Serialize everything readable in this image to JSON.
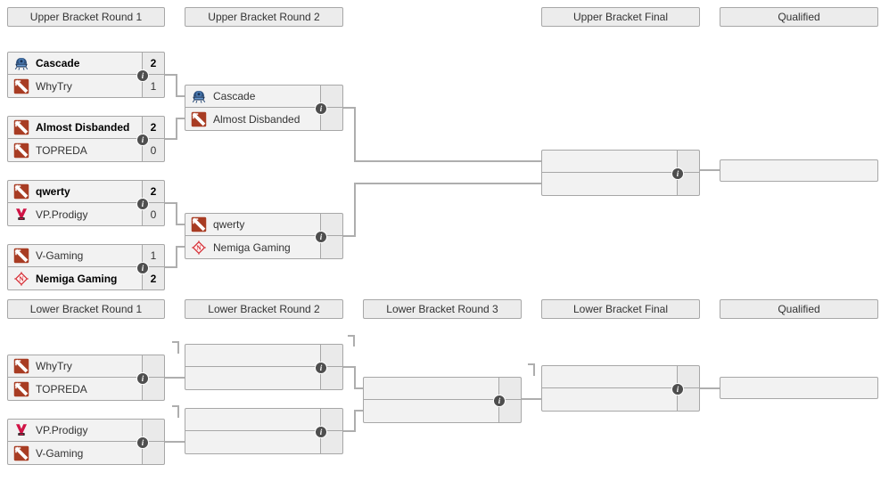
{
  "headers": {
    "ub_r1": "Upper Bracket Round 1",
    "ub_r2": "Upper Bracket Round 2",
    "ub_final": "Upper Bracket Final",
    "ub_qualified": "Qualified",
    "lb_r1": "Lower Bracket Round 1",
    "lb_r2": "Lower Bracket Round 2",
    "lb_r3": "Lower Bracket Round 3",
    "lb_final": "Lower Bracket Final",
    "lb_qualified": "Qualified"
  },
  "icons": {
    "info_glyph": "i",
    "info": "info-circle-icon",
    "cascade": "cascade-team-logo",
    "dota2": "dota2-placeholder-logo",
    "vp_prodigy": "vp-prodigy-team-logo",
    "nemiga": "nemiga-gaming-team-logo"
  },
  "colors": {
    "box_bg": "#f2f2f2",
    "header_bg": "#ececec",
    "border": "#a7a7a7",
    "connector": "#aeaeae",
    "info_bg": "#4e4e4e",
    "dota_red": "#a83c23",
    "nemiga_red": "#d42b33",
    "vp_red": "#d01345",
    "cascade_blue": "#2c4f7c"
  },
  "matches": {
    "ub_r1_m1": {
      "t1": {
        "name": "Cascade",
        "score": "2",
        "result": "win"
      },
      "t2": {
        "name": "WhyTry",
        "score": "1",
        "result": "loss"
      }
    },
    "ub_r1_m2": {
      "t1": {
        "name": "Almost Disbanded",
        "score": "2",
        "result": "win"
      },
      "t2": {
        "name": "TOPREDA",
        "score": "0",
        "result": "loss"
      }
    },
    "ub_r1_m3": {
      "t1": {
        "name": "qwerty",
        "score": "2",
        "result": "win"
      },
      "t2": {
        "name": "VP.Prodigy",
        "score": "0",
        "result": "loss"
      }
    },
    "ub_r1_m4": {
      "t1": {
        "name": "V-Gaming",
        "score": "1",
        "result": "loss"
      },
      "t2": {
        "name": "Nemiga Gaming",
        "score": "2",
        "result": "win"
      }
    },
    "ub_r2_m1": {
      "t1": {
        "name": "Cascade",
        "score": ""
      },
      "t2": {
        "name": "Almost Disbanded",
        "score": ""
      }
    },
    "ub_r2_m2": {
      "t1": {
        "name": "qwerty",
        "score": ""
      },
      "t2": {
        "name": "Nemiga Gaming",
        "score": ""
      }
    },
    "ub_final": {
      "t1": {
        "name": "",
        "score": ""
      },
      "t2": {
        "name": "",
        "score": ""
      }
    },
    "lb_r1_m1": {
      "t1": {
        "name": "WhyTry",
        "score": ""
      },
      "t2": {
        "name": "TOPREDA",
        "score": ""
      }
    },
    "lb_r1_m2": {
      "t1": {
        "name": "VP.Prodigy",
        "score": ""
      },
      "t2": {
        "name": "V-Gaming",
        "score": ""
      }
    },
    "lb_r2_m1": {
      "t1": {
        "name": "",
        "score": ""
      },
      "t2": {
        "name": "",
        "score": ""
      }
    },
    "lb_r2_m2": {
      "t1": {
        "name": "",
        "score": ""
      },
      "t2": {
        "name": "",
        "score": ""
      }
    },
    "lb_r3_m1": {
      "t1": {
        "name": "",
        "score": ""
      },
      "t2": {
        "name": "",
        "score": ""
      }
    },
    "lb_final": {
      "t1": {
        "name": "",
        "score": ""
      },
      "t2": {
        "name": "",
        "score": ""
      }
    }
  }
}
